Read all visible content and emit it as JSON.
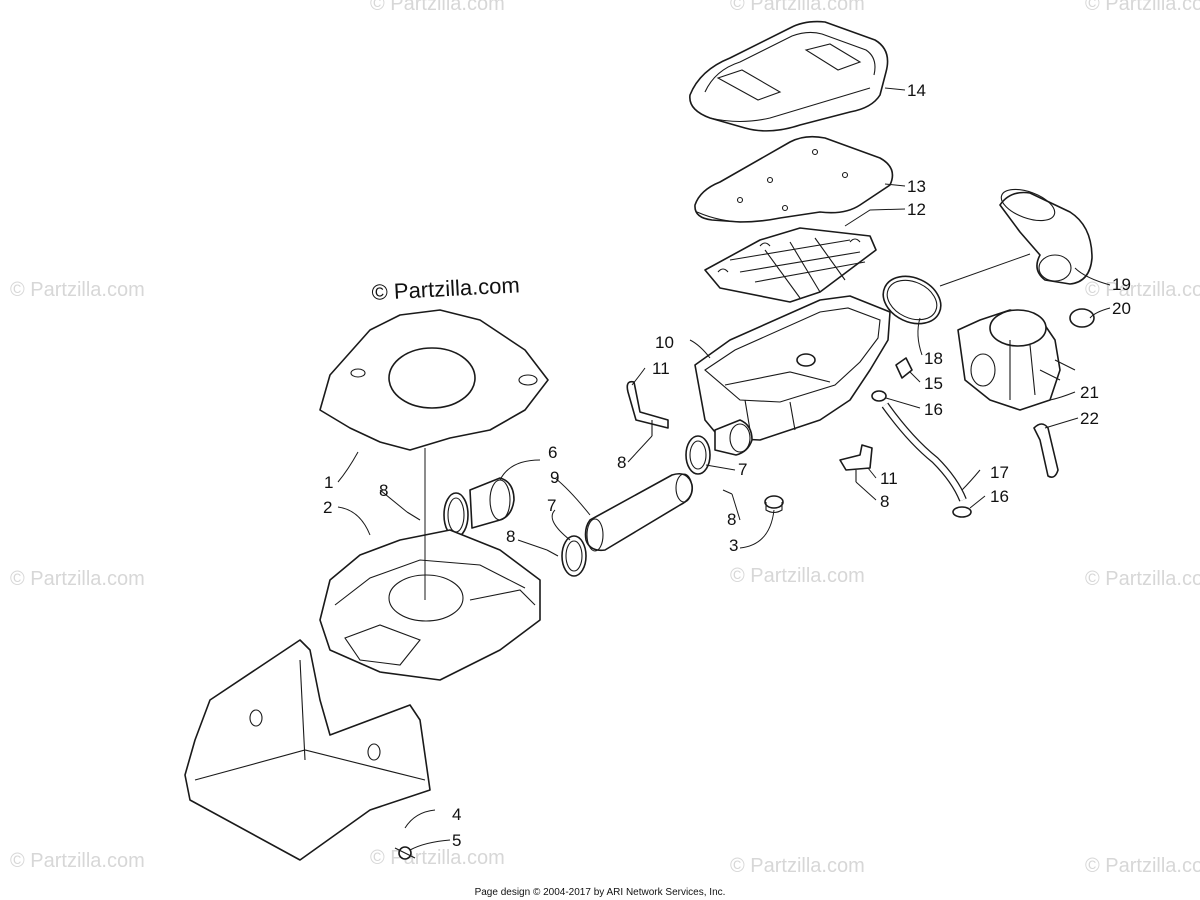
{
  "watermark": "© Partzilla.com",
  "copyright": "© Partzilla.com",
  "footer": "Page design © 2004-2017 by ARI Network Services, Inc.",
  "callouts": {
    "c1": "1",
    "c2": "2",
    "c3": "3",
    "c4": "4",
    "c5": "5",
    "c6": "6",
    "c7a": "7",
    "c7b": "7",
    "c8a": "8",
    "c8b": "8",
    "c8c": "8",
    "c8d": "8",
    "c8e": "8",
    "c9": "9",
    "c10": "10",
    "c11a": "11",
    "c11b": "11",
    "c12": "12",
    "c13": "13",
    "c14": "14",
    "c15": "15",
    "c16a": "16",
    "c16b": "16",
    "c17": "17",
    "c18": "18",
    "c19": "19",
    "c20": "20",
    "c21": "21",
    "c22": "22"
  }
}
